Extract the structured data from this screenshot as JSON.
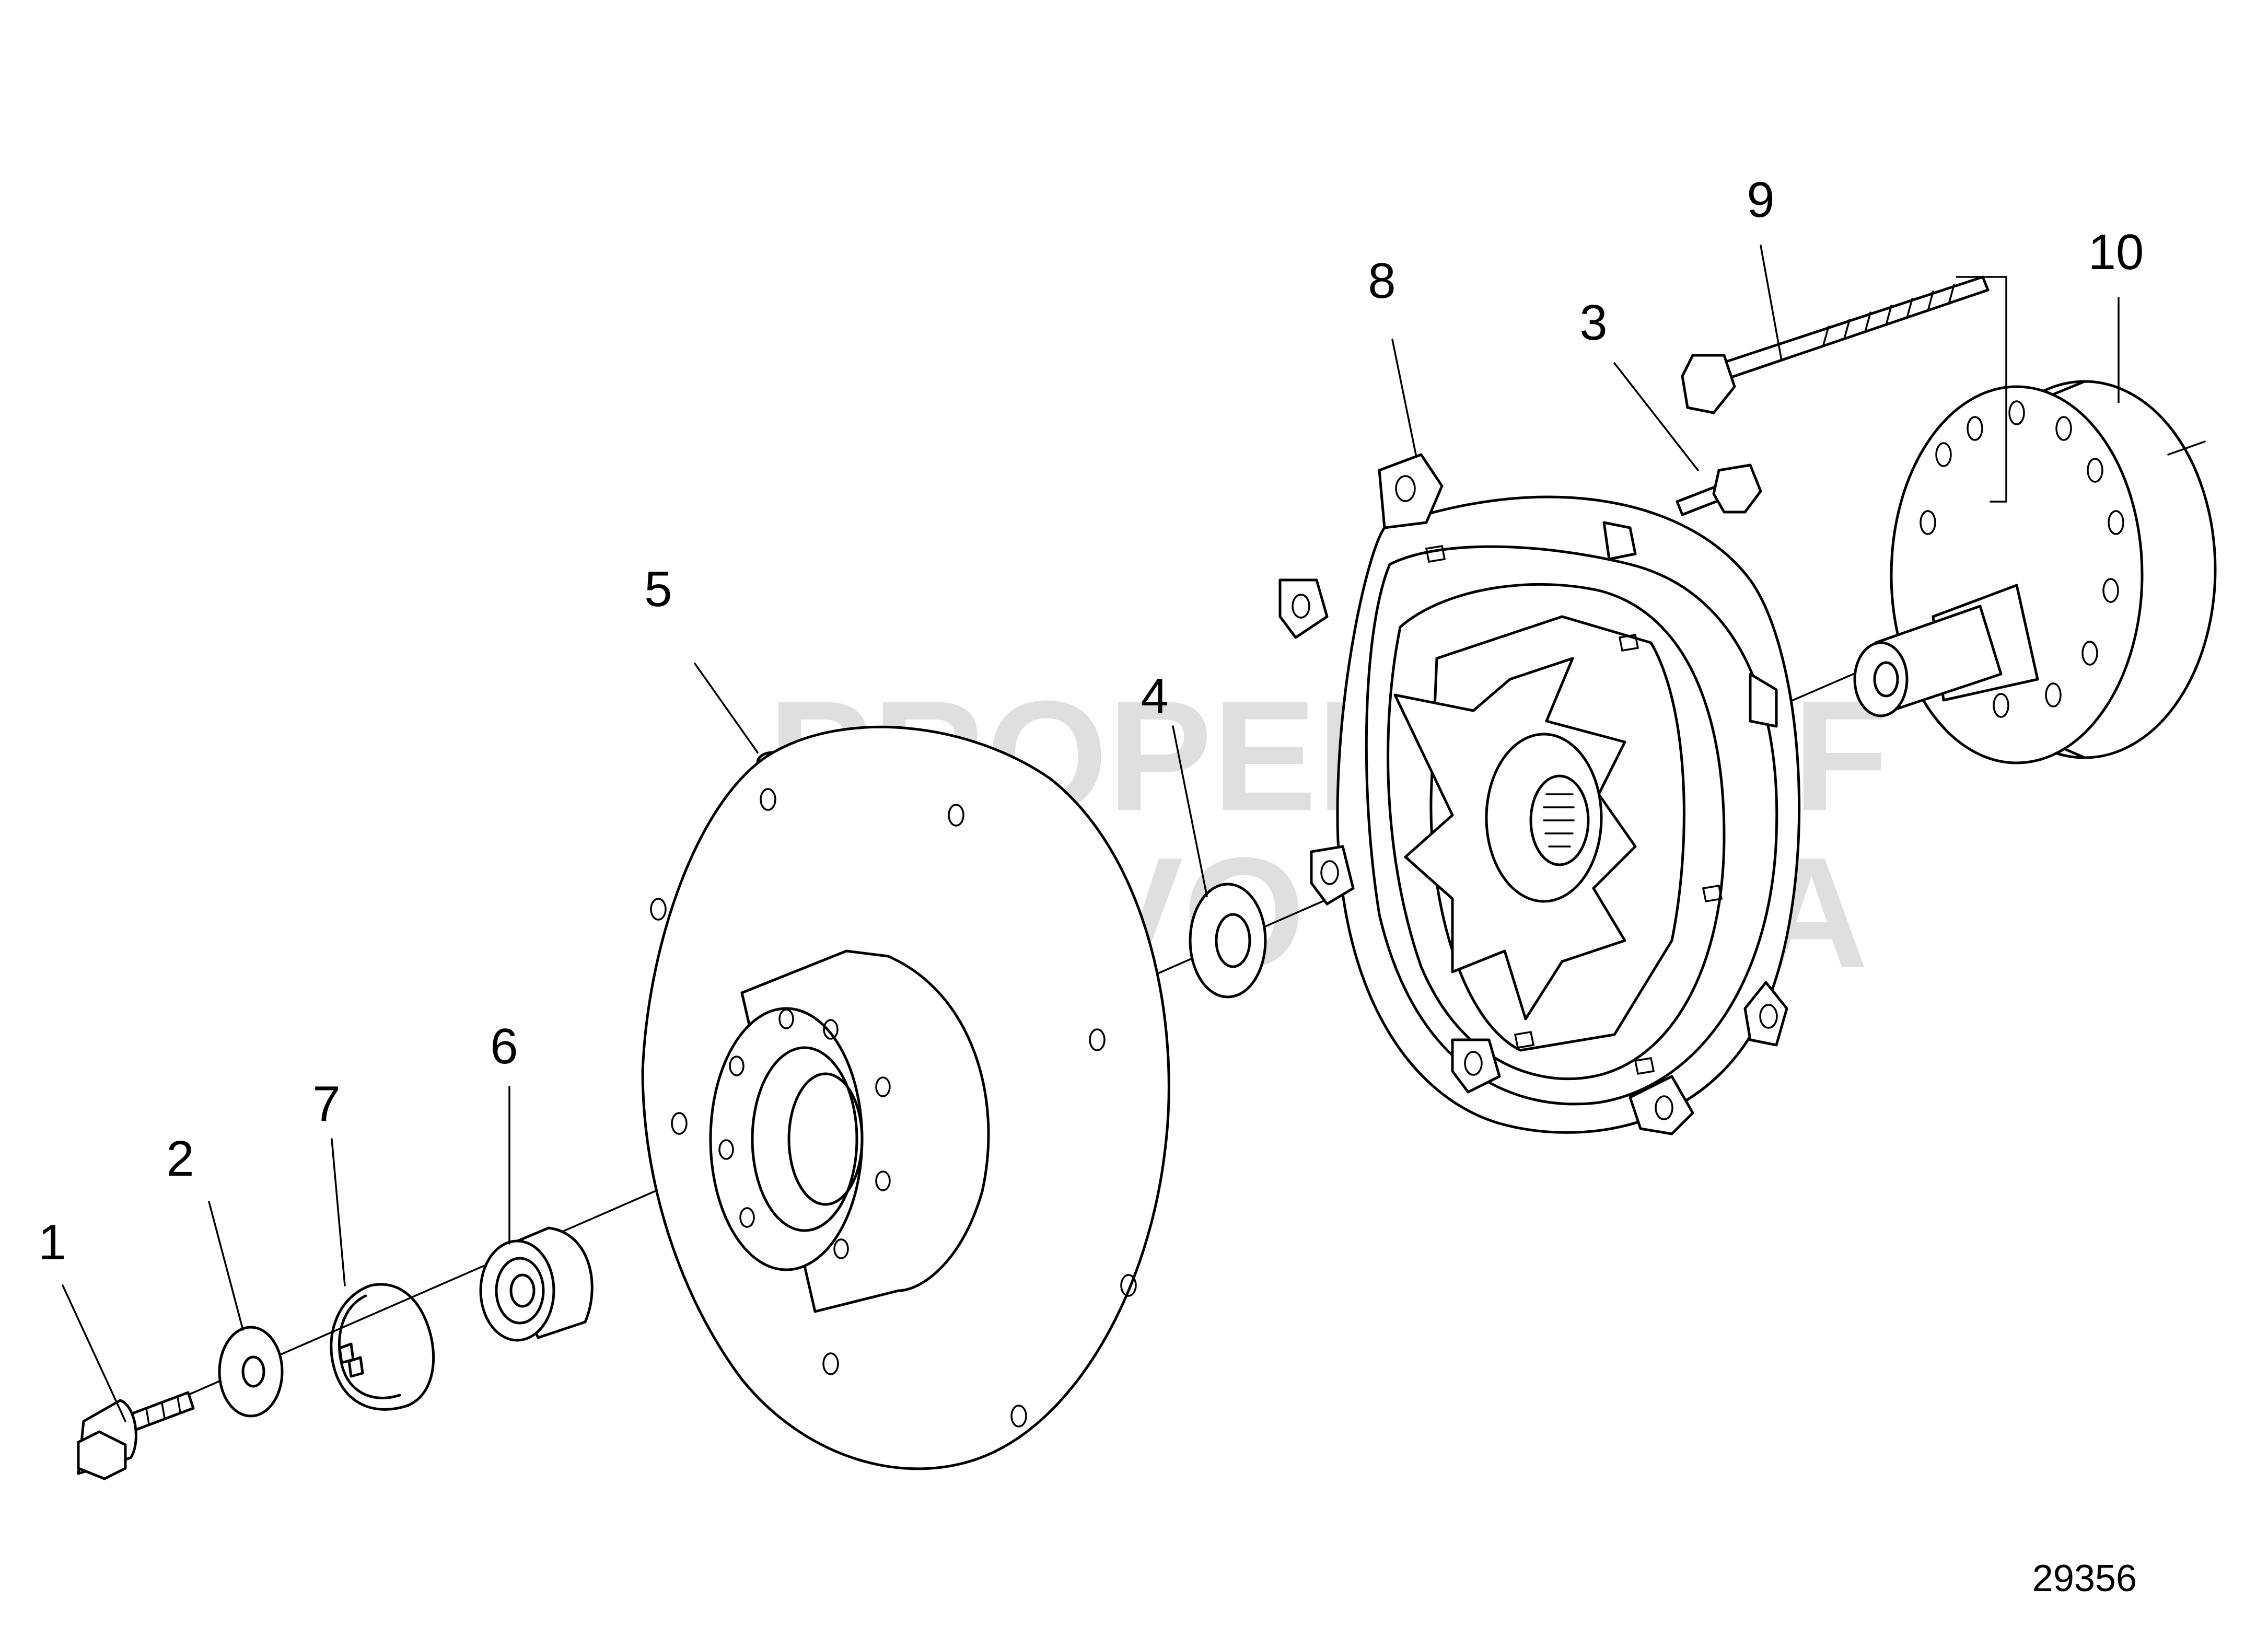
{
  "diagram": {
    "callouts": [
      "1",
      "2",
      "3",
      "4",
      "5",
      "6",
      "7",
      "8",
      "9",
      "10"
    ],
    "figure_number": "29356",
    "watermark": [
      "PROPERTY OF",
      "VOLVO PENTA"
    ]
  }
}
